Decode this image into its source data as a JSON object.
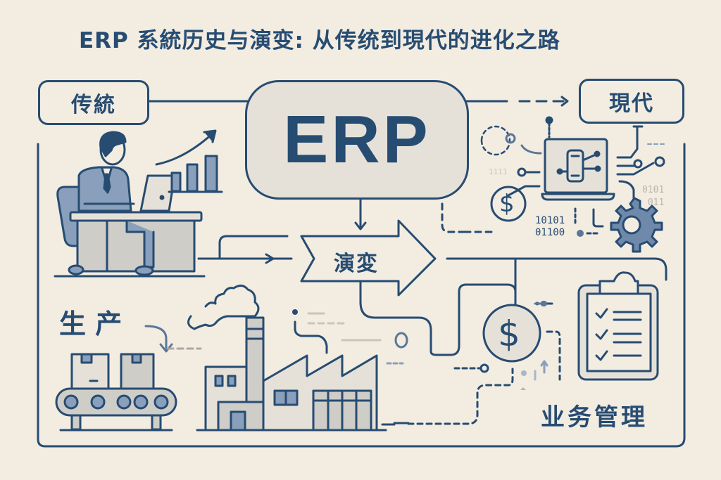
{
  "title": "ERP 系統历史与演变: 从传统到現代的进化之路",
  "center": {
    "label": "ERP"
  },
  "nodes": {
    "traditional": "传統",
    "modern": "現代",
    "evolution": "演変",
    "production": "生 产",
    "business_management": "业务管理"
  },
  "binary": {
    "block_main": "10101\n01100",
    "block_right": "0101\n 011",
    "small_left": "1111"
  },
  "icons": [
    "businessman-at-desk-icon",
    "growth-chart-icon",
    "laptop-device-icon",
    "smartphone-network-icon",
    "dollar-coin-icon",
    "gear-icon",
    "factory-icon",
    "conveyor-belt-icon",
    "clipboard-checklist-icon"
  ],
  "colors": {
    "background": "#f2ece1",
    "primary": "#274c72",
    "fill_gray": "#cfcdc8",
    "fill_blue": "#8a9fbb",
    "erp_fill": "#e6e1d8"
  }
}
